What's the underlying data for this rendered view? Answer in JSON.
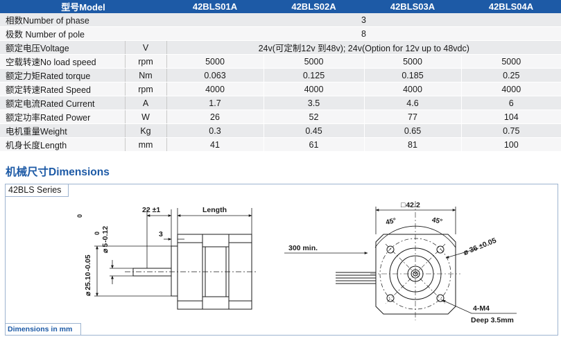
{
  "table": {
    "header": {
      "model": "型号Model",
      "models": [
        "42BLS01A",
        "42BLS02A",
        "42BLS03A",
        "42BLS04A"
      ]
    },
    "rows": [
      {
        "param": "相数Number of phase",
        "unit": "",
        "span": "3"
      },
      {
        "param": "极数 Number of pole",
        "unit": "",
        "span": "8"
      },
      {
        "param": "额定电压Voltage",
        "unit": "V",
        "span": "24v(可定制12v 到48v); 24v(Option for 12v up to 48vdc)"
      },
      {
        "param": "空载转速No load speed",
        "unit": "rpm",
        "values": [
          "5000",
          "5000",
          "5000",
          "5000"
        ]
      },
      {
        "param": "额定力矩Rated torque",
        "unit": "Nm",
        "values": [
          "0.063",
          "0.125",
          "0.185",
          "0.25"
        ]
      },
      {
        "param": "额定转速Rated Speed",
        "unit": "rpm",
        "values": [
          "4000",
          "4000",
          "4000",
          "4000"
        ]
      },
      {
        "param": "额定电流Rated Current",
        "unit": "A",
        "values": [
          "1.7",
          "3.5",
          "4.6",
          "6"
        ]
      },
      {
        "param": "额定功率Rated Power",
        "unit": "W",
        "values": [
          "26",
          "52",
          "77",
          "104"
        ]
      },
      {
        "param": "电机重量Weight",
        "unit": "Kg",
        "values": [
          "0.3",
          "0.45",
          "0.65",
          "0.75"
        ]
      },
      {
        "param": "机身长度Length",
        "unit": "mm",
        "values": [
          "41",
          "61",
          "81",
          "100"
        ]
      }
    ]
  },
  "dimensions": {
    "title": "机械尺寸Dimensions",
    "series_label": "42BLS Series",
    "units_note": "Dimensions in mm",
    "side_view": {
      "shaft_length": "22 ±1",
      "body_length": "Length",
      "boss_length": "3",
      "boss_dia": "25.10",
      "boss_tol": "-0.05",
      "boss_zero": "0",
      "shaft_dia": "5",
      "shaft_tol": "-0.12",
      "shaft_zero": "0",
      "dia_symbol": "⌀"
    },
    "front_view": {
      "square_symbol": "□",
      "square_size": "42.2",
      "angle_left": "45°",
      "angle_right": "45°",
      "lead_length": "300 min.",
      "pcd": "⌀ 36 ±0.05",
      "holes": "4-M4",
      "depth": "Deep 3.5mm"
    }
  },
  "colors": {
    "header_bg": "#1d5aa6",
    "title_blue": "#1d5aa6",
    "row_odd": "#e9eaec",
    "row_even": "#f6f6f7",
    "frame": "#9db4d0"
  }
}
